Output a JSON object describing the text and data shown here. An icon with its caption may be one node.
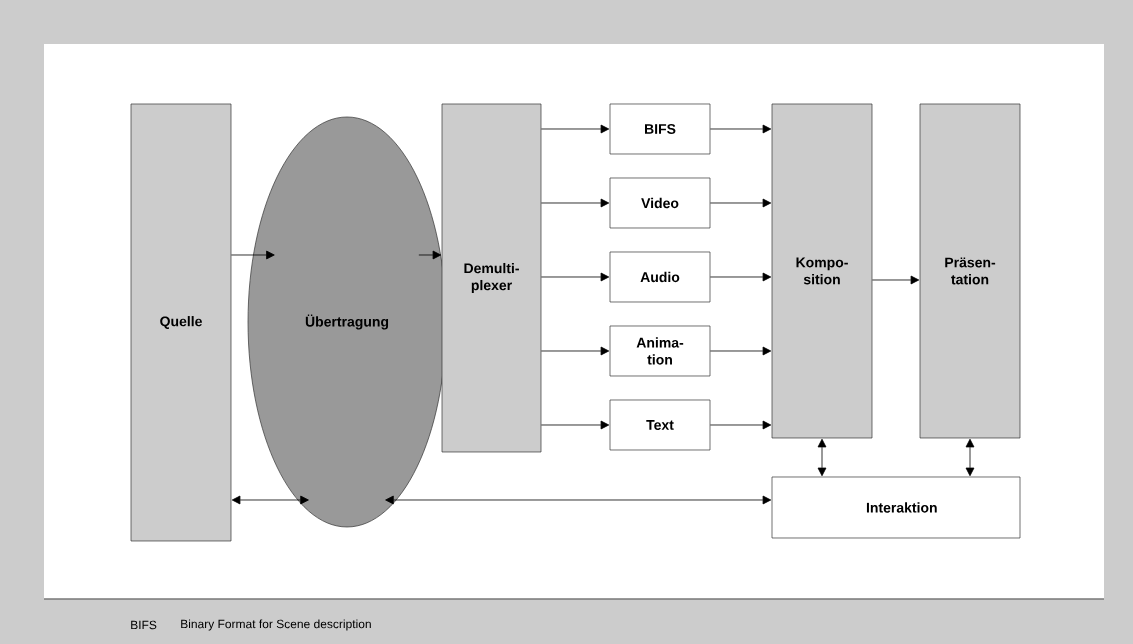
{
  "diagram": {
    "nodes": [
      {
        "text": [
          "Quelle"
        ]
      },
      {
        "text": [
          "Übertragung"
        ]
      },
      {
        "text": [
          "Demulti- plexer"
        ]
      },
      {
        "text": [
          "BIFS"
        ]
      },
      {
        "text": [
          "Video"
        ]
      },
      {
        "text": [
          "Audio"
        ]
      },
      {
        "text": [
          "Anima- tion"
        ]
      },
      {
        "text": [
          "Text"
        ]
      },
      {
        "text": [
          "Kompo- sition"
        ]
      },
      {
        "text": [
          "Präsen- tation"
        ]
      },
      {
        "text": [
          "Interaktion"
        ]
      }
    ],
    "edges": [
      {
        "from": 0,
        "to": 1,
        "arrow": "to"
      },
      {
        "from": 1,
        "to": 2,
        "arrow": "to"
      },
      {
        "from": 2,
        "to": 3,
        "arrow": "to"
      },
      {
        "from": 2,
        "to": 4,
        "arrow": "to"
      },
      {
        "from": 2,
        "to": 5,
        "arrow": "to"
      },
      {
        "from": 2,
        "to": 6,
        "arrow": "to"
      },
      {
        "from": 2,
        "to": 7,
        "arrow": "to"
      },
      {
        "from": 3,
        "to": 8,
        "arrow": "to"
      },
      {
        "from": 4,
        "to": 8,
        "arrow": "to"
      },
      {
        "from": 5,
        "to": 8,
        "arrow": "to"
      },
      {
        "from": 6,
        "to": 8,
        "arrow": "to"
      },
      {
        "from": 7,
        "to": 8,
        "arrow": "to"
      },
      {
        "from": 8,
        "to": 9,
        "arrow": "to"
      },
      {
        "from": 8,
        "to": 10,
        "arrow": "both"
      },
      {
        "from": 9,
        "to": 10,
        "arrow": "both"
      },
      {
        "from": 0,
        "to": 1,
        "arrow": "both"
      },
      {
        "from": 1,
        "to": 10,
        "arrow": "both"
      }
    ],
    "labels": [
      "BIFS",
      "Binary Format for Scene description"
    ]
  }
}
